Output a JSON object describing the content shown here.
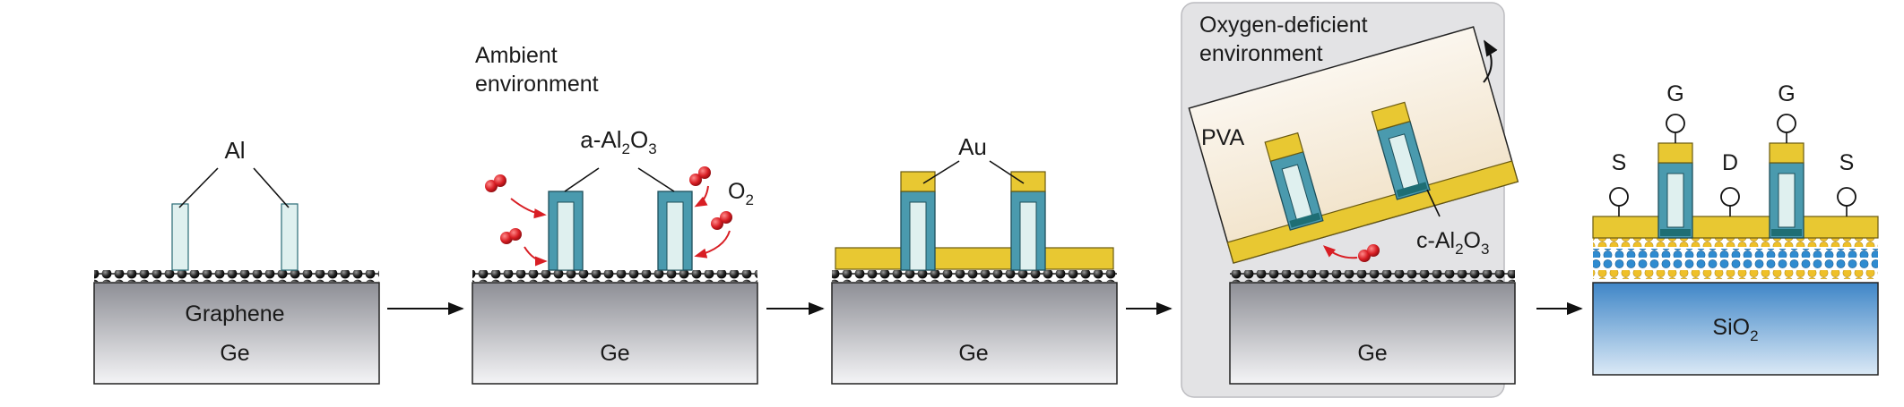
{
  "labels": {
    "al": "Al",
    "graphene": "Graphene",
    "ge": "Ge",
    "ambient": [
      "Ambient",
      "environment"
    ],
    "a_al2o3": {
      "pre": "a-Al",
      "sub1": "2",
      "mid": "O",
      "sub2": "3"
    },
    "o2": {
      "pre": "O",
      "sub": "2"
    },
    "au": "Au",
    "oxygen_deficient": [
      "Oxygen-deficient",
      "environment"
    ],
    "pva": "PVA",
    "c_al2o3": {
      "pre": "c-Al",
      "sub1": "2",
      "mid": "O",
      "sub2": "3"
    },
    "s": "S",
    "g": "G",
    "d": "D",
    "sio2": {
      "pre": "SiO",
      "sub": "2"
    }
  },
  "colors": {
    "ge_top": "#8e8f96",
    "ge_bottom": "#f4f4f6",
    "gold": "#e8c832",
    "oxide_teal": "#4a9aae",
    "inner_light": "#d7eef0",
    "oxygen_red": "#d81e24",
    "sio2_blue": "#3f86c7",
    "panel_gray": "#e3e3e5",
    "pva_cream": "#f6ecdc"
  }
}
